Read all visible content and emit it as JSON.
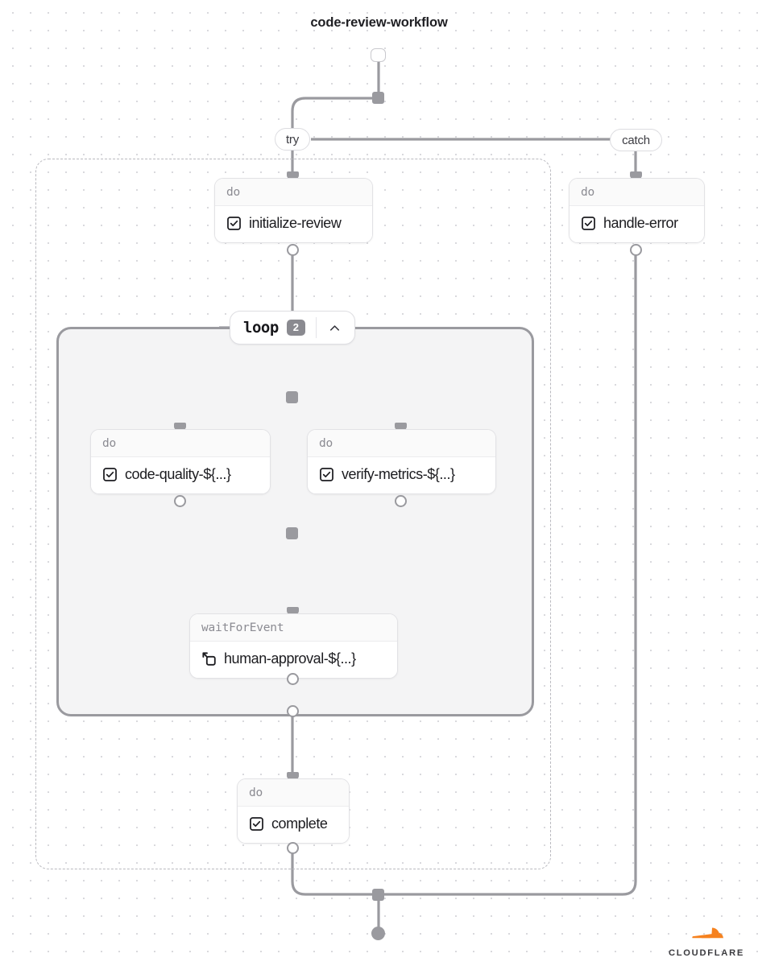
{
  "title": "code-review-workflow",
  "colors": {
    "edge": "#9a9a9f",
    "node_border": "#e2e2e5",
    "header_text": "#8b8b92",
    "label_text": "#1c1c20",
    "loop_container_border": "#9a9a9f",
    "loop_container_fill": "#f4f4f5",
    "dashed_border": "#b9b9bf",
    "badge_bg": "#8a8a90",
    "grid_dot": "#d9d9dd",
    "brand_orange": "#f6821f",
    "brand_orange_dark": "#e07b23"
  },
  "flow": {
    "start_node": "start",
    "end_node": "end",
    "try_label": "try",
    "catch_label": "catch"
  },
  "loop": {
    "keyword": "loop",
    "iterations": "2",
    "collapse_icon": "chevron-up-icon"
  },
  "nodes": {
    "initialize_review": {
      "header": "do",
      "label": "initialize-review",
      "icon": "check-square-icon"
    },
    "handle_error": {
      "header": "do",
      "label": "handle-error",
      "icon": "check-square-icon"
    },
    "code_quality": {
      "header": "do",
      "label": "code-quality-${...}",
      "icon": "check-square-icon"
    },
    "verify_metrics": {
      "header": "do",
      "label": "verify-metrics-${...}",
      "icon": "check-square-icon"
    },
    "human_approval": {
      "header": "waitForEvent",
      "label": "human-approval-${...}",
      "icon": "enter-square-icon"
    },
    "complete": {
      "header": "do",
      "label": "complete",
      "icon": "check-square-icon"
    }
  },
  "branding": {
    "wordmark": "CLOUDFLARE"
  }
}
